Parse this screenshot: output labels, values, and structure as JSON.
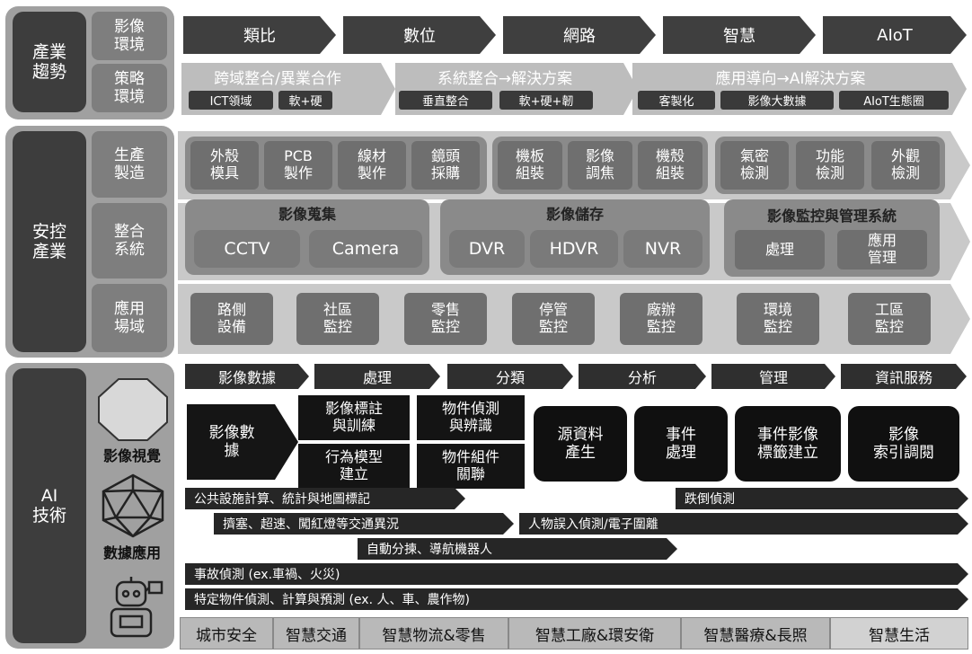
{
  "sections": {
    "trends": {
      "title": "產業\n趨勢",
      "sub1": "影像\n環境",
      "sub2": "策略\n環境"
    },
    "security": {
      "title": "安控\n產業",
      "sub1": "生產\n製造",
      "sub2": "整合\n系統",
      "sub3": "應用\n場域"
    },
    "ai": {
      "title": "AI\n技術",
      "vision_label": "影像視覺",
      "data_label": "數據應用"
    }
  },
  "trend_arrows": [
    "類比",
    "數位",
    "網路",
    "智慧",
    "AIoT"
  ],
  "strategy_phases": [
    {
      "title": "跨域整合/異業合作",
      "chips": [
        "ICT領域",
        "軟+硬"
      ]
    },
    {
      "title": "系統整合→解決方案",
      "chips": [
        "垂直整合",
        "軟+硬+韌"
      ]
    },
    {
      "title": "應用導向→AI解決方案",
      "chips": [
        "客製化",
        "影像大數據",
        "AIoT生態圈"
      ]
    }
  ],
  "production_groups": [
    [
      "外殼\n模具",
      "PCB\n製作",
      "線材\n製作",
      "鏡頭\n採購"
    ],
    [
      "機板\n組裝",
      "影像\n調焦",
      "機殼\n組裝"
    ],
    [
      "氣密\n檢測",
      "功能\n檢測",
      "外觀\n檢測"
    ]
  ],
  "integration_groups": [
    {
      "title": "影像蒐集",
      "items": [
        "CCTV",
        "Camera"
      ]
    },
    {
      "title": "影像儲存",
      "items": [
        "DVR",
        "HDVR",
        "NVR"
      ]
    },
    {
      "title": "影像監控與管理系統",
      "items": [
        "處理",
        "應用\n管理"
      ]
    }
  ],
  "application_fields": [
    "路側\n設備",
    "社區\n監控",
    "零售\n監控",
    "停管\n監控",
    "廠辦\n監控",
    "環境\n監控",
    "工區\n監控"
  ],
  "ai_tabs": [
    "影像數據",
    "處理",
    "分類",
    "分析",
    "管理",
    "資訊服務"
  ],
  "ai_flow": {
    "source": "影像數\n據",
    "process": [
      "影像標註\n與訓練",
      "行為模型\n建立"
    ],
    "classify": [
      "物件偵測\n與辨識",
      "物件組件\n關聯"
    ],
    "analyze": "源資料\n產生",
    "outputs": [
      "事件\n處理",
      "事件影像\n標籤建立",
      "影像\n索引調閱"
    ]
  },
  "applications": {
    "row1": [
      "公共設施計算、統計與地圖標記",
      "跌倒偵測"
    ],
    "row2": [
      "擠塞、超速、闖紅燈等交通異況",
      "人物誤入偵測/電子圍離"
    ],
    "row3": "自動分揀、導航機器人",
    "row4": "事故偵測 (ex.車禍、火災)",
    "row5": "特定物件偵測、計算與預測 (ex. 人、車、農作物)"
  },
  "scenarios": [
    "城市安全",
    "智慧交通",
    "智慧物流&零售",
    "智慧工廠&環安衛",
    "智慧醫療&長照",
    "智慧生活"
  ]
}
